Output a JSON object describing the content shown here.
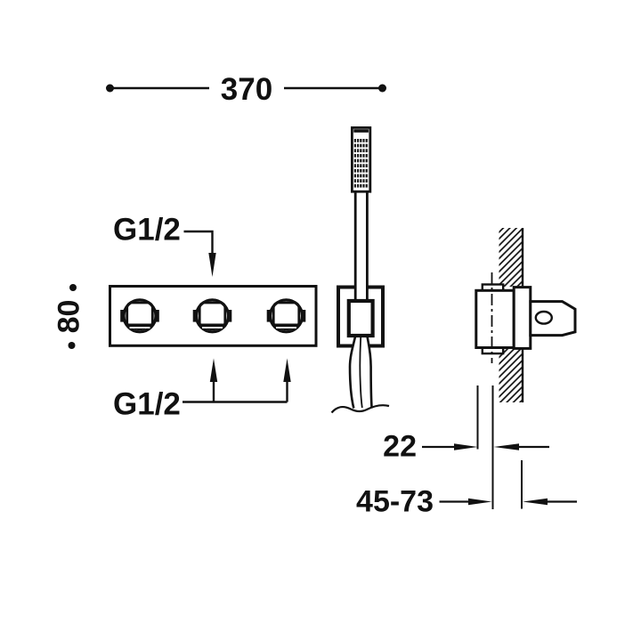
{
  "labels": {
    "width_top": "370",
    "height_left": "80",
    "thread_top": "G1/2",
    "thread_bottom": "G1/2",
    "offset_22": "22",
    "depth_range": "45-73"
  },
  "colors": {
    "line": "#111111",
    "background": "#ffffff"
  }
}
